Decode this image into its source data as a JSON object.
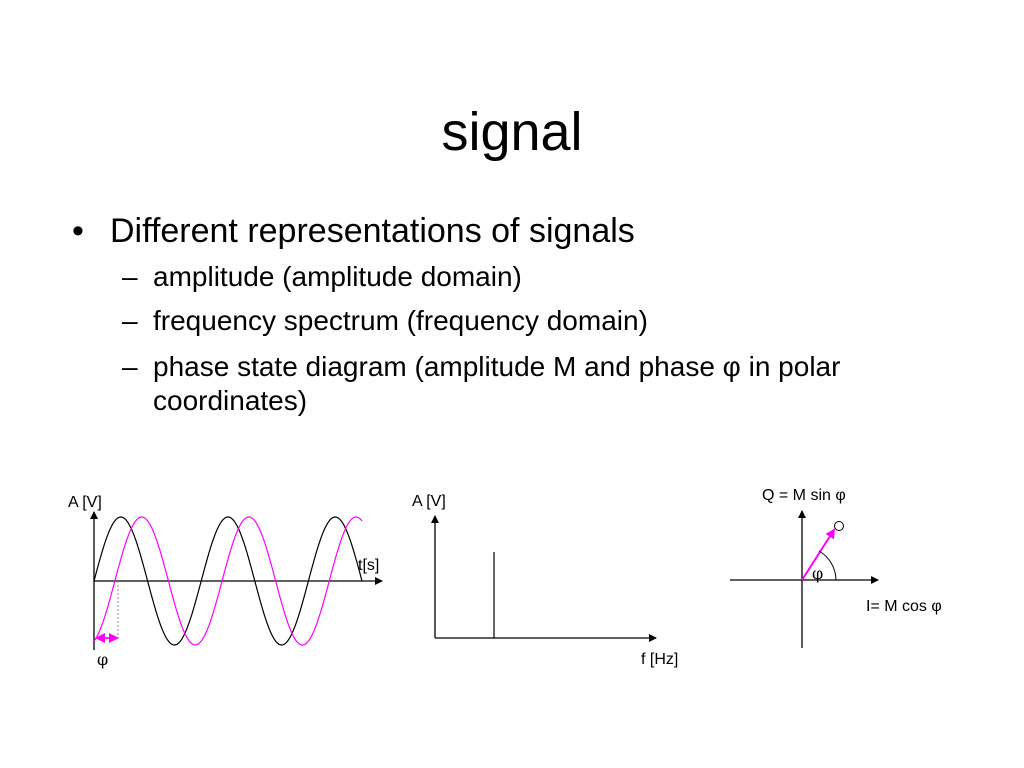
{
  "slide": {
    "title": "signal",
    "bullet_marker": "•",
    "sub_marker": "–",
    "bullet": "Different representations of signals",
    "subitems": [
      "amplitude (amplitude domain)",
      "frequency spectrum (frequency domain)",
      "phase state diagram (amplitude M and phase φ in polar coordinates)"
    ]
  },
  "diagrams": {
    "time": {
      "y_label": "A [V]",
      "x_label": "t[s]",
      "phase_label": "φ",
      "waveforms": [
        {
          "color": "#000000",
          "phase_offset_deg": 0
        },
        {
          "color": "#ff00ff",
          "phase_offset_deg": 70
        }
      ],
      "cycles_shown": 2.5
    },
    "frequency": {
      "y_label": "A [V]",
      "x_label": "f [Hz]",
      "spectral_line_count": 1
    },
    "phase": {
      "q_label": "Q = M sin φ",
      "i_label": "I= M cos φ",
      "angle_label": "φ",
      "vector_color": "#ff00ff",
      "angle_deg": 60
    }
  }
}
